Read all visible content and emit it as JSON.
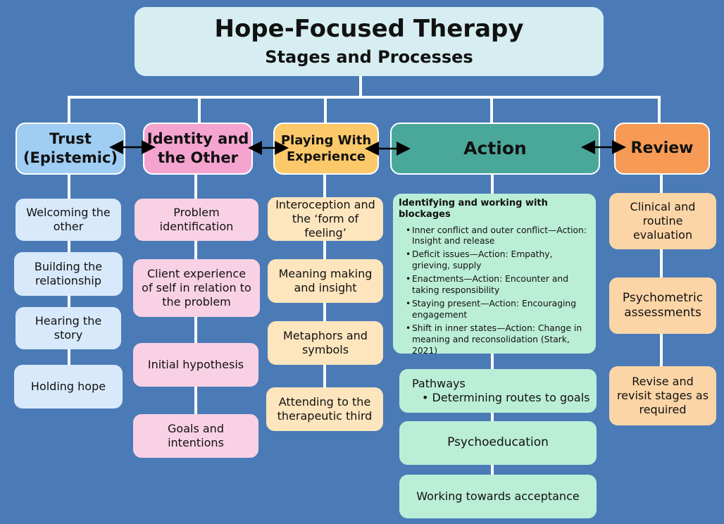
{
  "title": "Hope-Focused Therapy",
  "subtitle": "Stages and Processes",
  "stages": {
    "trust": {
      "line1": "Trust",
      "line2": "(Epistemic)"
    },
    "identity": {
      "line1": "Identity and",
      "line2": "the Other"
    },
    "playing": {
      "line1": "Playing With",
      "line2": "Experience"
    },
    "action": {
      "label": "Action"
    },
    "review": {
      "label": "Review"
    }
  },
  "trust_items": [
    [
      "Welcoming the",
      "other"
    ],
    [
      "Building the",
      "relationship"
    ],
    [
      "Hearing the",
      "story"
    ],
    [
      "Holding hope"
    ]
  ],
  "identity_items": [
    [
      "Problem",
      "identification"
    ],
    [
      "Client experience",
      "of self in relation to",
      "the problem"
    ],
    [
      "Initial hypothesis"
    ],
    [
      "Goals and",
      "intentions"
    ]
  ],
  "playing_items": [
    [
      "Interoception and",
      "the ‘form of feeling’"
    ],
    [
      "Meaning making",
      "and insight"
    ],
    [
      "Metaphors and",
      "symbols"
    ],
    [
      "Attending to the",
      "therapeutic third"
    ]
  ],
  "action_items": {
    "blockages_heading": "Identifying and working with blockages",
    "blockages": [
      "Inner conflict and outer conflict—Action: Insight and release",
      "Deficit issues—Action: Empathy, grieving, supply",
      "Enactments—Action: Encounter and taking responsibility",
      "Staying present—Action: Encouraging engagement",
      "Shift in inner states—Action: Change in meaning and reconsolidation (Stark, 2021)"
    ],
    "pathways_heading": "Pathways",
    "pathways_item": "Determining routes to goals",
    "psychoeducation": "Psychoeducation",
    "acceptance": "Working towards acceptance"
  },
  "review_items": [
    [
      "Clinical and",
      "routine",
      "evaluation"
    ],
    [
      "Psychometric",
      "assessments"
    ],
    [
      "Revise and",
      "revisit stages as",
      "required"
    ]
  ],
  "colors": {
    "background": "#4a7bb7",
    "trust": "#9fcdf3",
    "identity": "#f5a3cf",
    "playing": "#fcc96a",
    "action": "#4aa89a",
    "review": "#f79a55"
  }
}
